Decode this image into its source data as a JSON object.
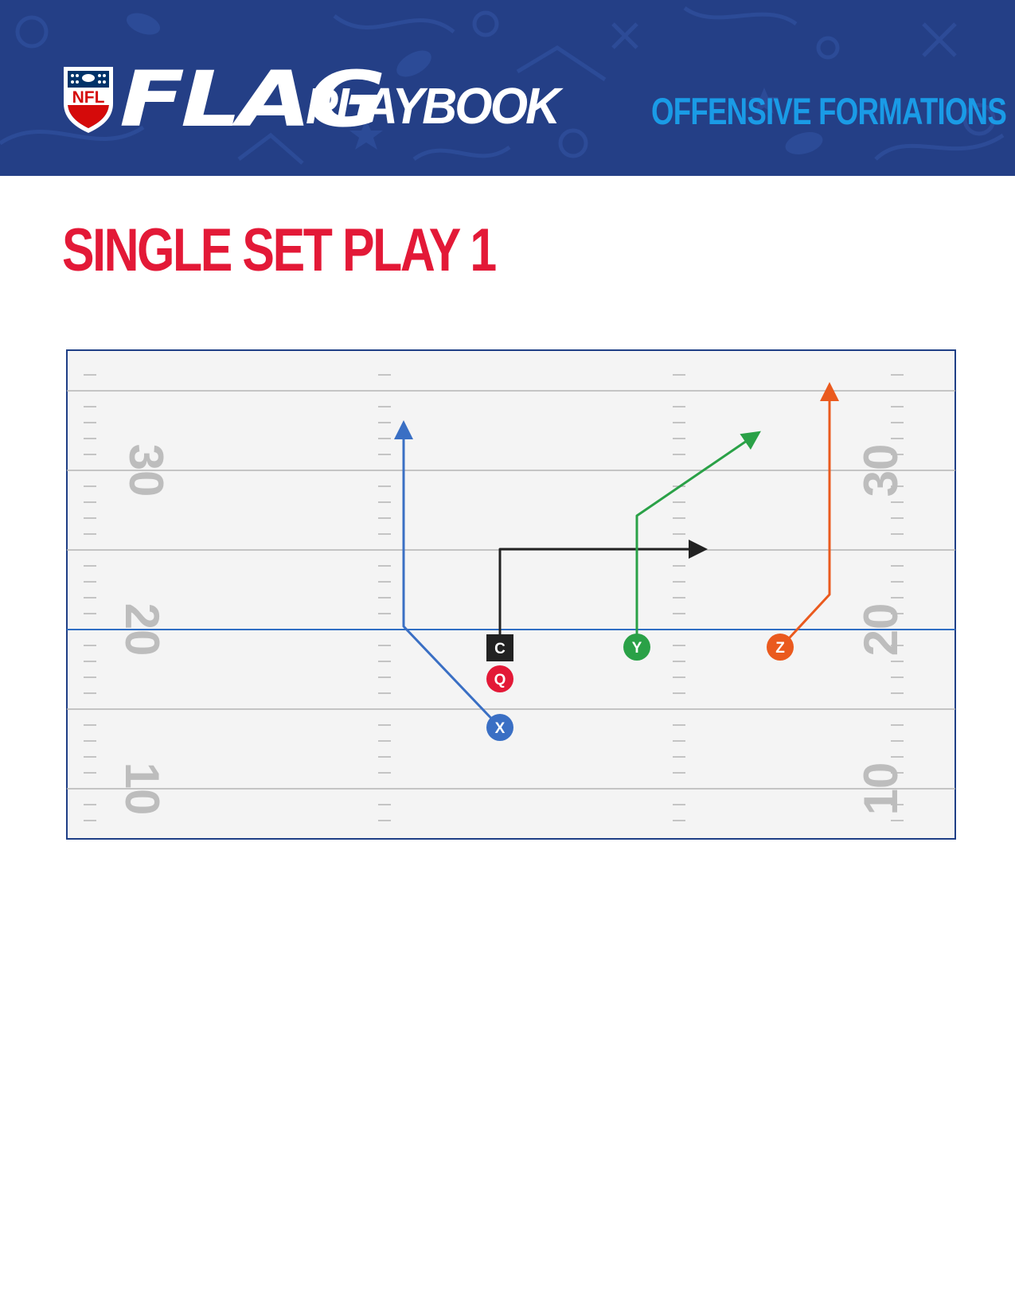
{
  "header": {
    "logo_text": "NFL",
    "flag_word": "FLAG",
    "playbook_word": "PLAYBOOK",
    "section": "OFFENSIVE FORMATIONS"
  },
  "play": {
    "title": "SINGLE SET PLAY 1"
  },
  "field": {
    "yard_numbers_left": [
      "30",
      "20",
      "10"
    ],
    "yard_numbers_right": [
      "30",
      "20",
      "10"
    ]
  },
  "players": {
    "center": "C",
    "quarterback": "Q",
    "x_receiver": "X",
    "y_receiver": "Y",
    "z_receiver": "Z"
  },
  "colors": {
    "header_bg": "#243f86",
    "section_text": "#1a9be6",
    "title_red": "#e31937",
    "line_of_scrimmage": "#2f6ec4",
    "x_route": "#3a6fc4",
    "y_route": "#2aa147",
    "z_route": "#ea5a1e",
    "c_route": "#222222",
    "q_marker": "#e31937"
  }
}
